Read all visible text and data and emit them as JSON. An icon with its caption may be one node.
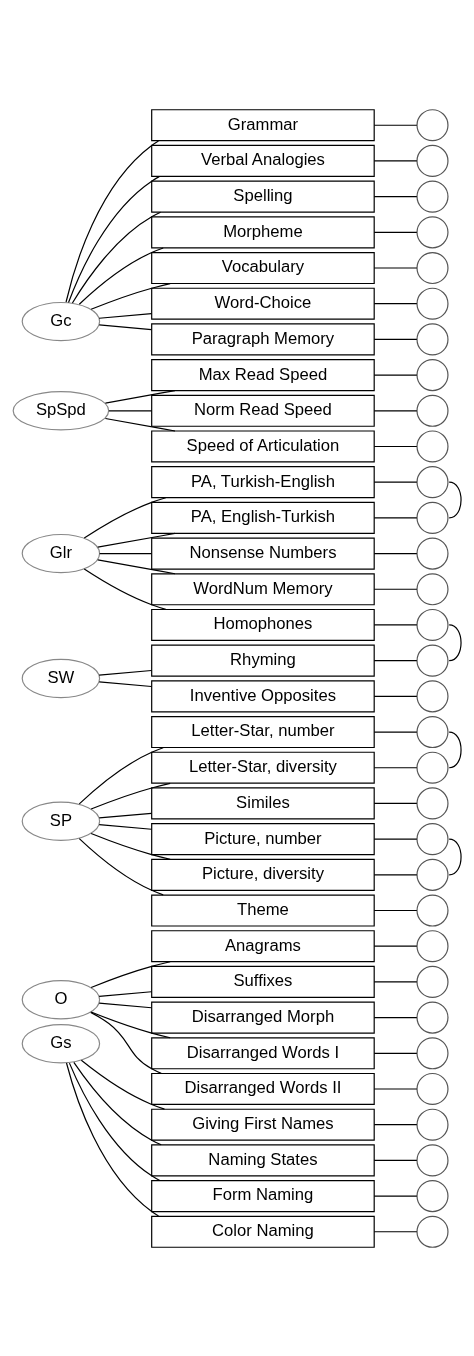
{
  "diagram": {
    "nodes": [
      {
        "text": [
          "Gc"
        ]
      },
      {
        "text": [
          "Grammar"
        ]
      },
      {
        "text": [],
        "shape": "circle"
      },
      {
        "text": [
          "Verbal Analogies"
        ]
      },
      {
        "text": [],
        "shape": "circle"
      },
      {
        "text": [
          "Spelling"
        ]
      },
      {
        "text": [],
        "shape": "circle"
      },
      {
        "text": [
          "Morpheme"
        ]
      },
      {
        "text": [],
        "shape": "circle"
      },
      {
        "text": [
          "Vocabulary"
        ]
      },
      {
        "text": [],
        "shape": "circle"
      },
      {
        "text": [
          "Word-Choice"
        ]
      },
      {
        "text": [],
        "shape": "circle"
      },
      {
        "text": [
          "Paragraph Memory"
        ]
      },
      {
        "text": [],
        "shape": "circle"
      },
      {
        "text": [
          "SpSpd"
        ]
      },
      {
        "text": [
          "Max Read Speed"
        ]
      },
      {
        "text": [],
        "shape": "circle"
      },
      {
        "text": [
          "Norm Read Speed"
        ]
      },
      {
        "text": [],
        "shape": "circle"
      },
      {
        "text": [
          "Speed of Articulation"
        ]
      },
      {
        "text": [],
        "shape": "circle"
      },
      {
        "text": [
          "Glr"
        ]
      },
      {
        "text": [
          "PA, Turkish-English"
        ]
      },
      {
        "text": [],
        "shape": "circle"
      },
      {
        "text": [
          "PA, English-Turkish"
        ]
      },
      {
        "text": [],
        "shape": "circle"
      },
      {
        "text": [
          "Nonsense Numbers"
        ]
      },
      {
        "text": [],
        "shape": "circle"
      },
      {
        "text": [
          "WordNum Memory"
        ]
      },
      {
        "text": [],
        "shape": "circle"
      },
      {
        "text": [
          "Homophones"
        ]
      },
      {
        "text": [],
        "shape": "circle"
      },
      {
        "text": [
          "SW"
        ]
      },
      {
        "text": [
          "Rhyming"
        ]
      },
      {
        "text": [],
        "shape": "circle"
      },
      {
        "text": [
          "Inventive Opposites"
        ]
      },
      {
        "text": [],
        "shape": "circle"
      },
      {
        "text": [
          "SP"
        ]
      },
      {
        "text": [
          "Letter-Star, number"
        ]
      },
      {
        "text": [],
        "shape": "circle"
      },
      {
        "text": [
          "Letter-Star, diversity"
        ]
      },
      {
        "text": [],
        "shape": "circle"
      },
      {
        "text": [
          "Similes"
        ]
      },
      {
        "text": [],
        "shape": "circle"
      },
      {
        "text": [
          "Picture, number"
        ]
      },
      {
        "text": [],
        "shape": "circle"
      },
      {
        "text": [
          "Picture, diversity"
        ]
      },
      {
        "text": [],
        "shape": "circle"
      },
      {
        "text": [
          "Theme"
        ]
      },
      {
        "text": [],
        "shape": "circle"
      },
      {
        "text": [
          "O"
        ]
      },
      {
        "text": [
          "Anagrams"
        ]
      },
      {
        "text": [],
        "shape": "circle"
      },
      {
        "text": [
          "Suffixes"
        ]
      },
      {
        "text": [],
        "shape": "circle"
      },
      {
        "text": [
          "Disarranged Morph"
        ]
      },
      {
        "text": [],
        "shape": "circle"
      },
      {
        "text": [
          "Disarranged Words I"
        ]
      },
      {
        "text": [],
        "shape": "circle"
      },
      {
        "text": [
          "Disarranged Words II"
        ]
      },
      {
        "text": [],
        "shape": "circle"
      },
      {
        "text": [
          "Gs"
        ]
      },
      {
        "text": [
          "Giving First Names"
        ]
      },
      {
        "text": [],
        "shape": "circle"
      },
      {
        "text": [
          "Naming States"
        ]
      },
      {
        "text": [],
        "shape": "circle"
      },
      {
        "text": [
          "Form Naming"
        ]
      },
      {
        "text": [],
        "shape": "circle"
      },
      {
        "text": [
          "Color Naming"
        ]
      },
      {
        "text": [],
        "shape": "circle"
      }
    ],
    "edges": [
      {
        "from": 0,
        "to": 1,
        "arrow": "none"
      },
      {
        "from": 1,
        "to": 2,
        "arrow": "none"
      },
      {
        "from": 0,
        "to": 3,
        "arrow": "none"
      },
      {
        "from": 3,
        "to": 4,
        "arrow": "none"
      },
      {
        "from": 0,
        "to": 5,
        "arrow": "none"
      },
      {
        "from": 5,
        "to": 6,
        "arrow": "none"
      },
      {
        "from": 0,
        "to": 7,
        "arrow": "none"
      },
      {
        "from": 7,
        "to": 8,
        "arrow": "none"
      },
      {
        "from": 0,
        "to": 9,
        "arrow": "none"
      },
      {
        "from": 9,
        "to": 10,
        "arrow": "none"
      },
      {
        "from": 0,
        "to": 11,
        "arrow": "none"
      },
      {
        "from": 11,
        "to": 12,
        "arrow": "none"
      },
      {
        "from": 0,
        "to": 13,
        "arrow": "none"
      },
      {
        "from": 13,
        "to": 14,
        "arrow": "none"
      },
      {
        "from": 15,
        "to": 16,
        "arrow": "none"
      },
      {
        "from": 16,
        "to": 17,
        "arrow": "none"
      },
      {
        "from": 15,
        "to": 18,
        "arrow": "none"
      },
      {
        "from": 18,
        "to": 19,
        "arrow": "none"
      },
      {
        "from": 15,
        "to": 20,
        "arrow": "none"
      },
      {
        "from": 20,
        "to": 21,
        "arrow": "none"
      },
      {
        "from": 22,
        "to": 23,
        "arrow": "none"
      },
      {
        "from": 23,
        "to": 24,
        "arrow": "none"
      },
      {
        "from": 22,
        "to": 25,
        "arrow": "none"
      },
      {
        "from": 25,
        "to": 26,
        "arrow": "none"
      },
      {
        "from": 22,
        "to": 27,
        "arrow": "none"
      },
      {
        "from": 27,
        "to": 28,
        "arrow": "none"
      },
      {
        "from": 22,
        "to": 29,
        "arrow": "none"
      },
      {
        "from": 29,
        "to": 30,
        "arrow": "none"
      },
      {
        "from": 22,
        "to": 31,
        "arrow": "none"
      },
      {
        "from": 31,
        "to": 32,
        "arrow": "none"
      },
      {
        "from": 33,
        "to": 34,
        "arrow": "none"
      },
      {
        "from": 34,
        "to": 35,
        "arrow": "none"
      },
      {
        "from": 33,
        "to": 36,
        "arrow": "none"
      },
      {
        "from": 36,
        "to": 37,
        "arrow": "none"
      },
      {
        "from": 38,
        "to": 39,
        "arrow": "none"
      },
      {
        "from": 39,
        "to": 40,
        "arrow": "none"
      },
      {
        "from": 38,
        "to": 41,
        "arrow": "none"
      },
      {
        "from": 41,
        "to": 42,
        "arrow": "none"
      },
      {
        "from": 38,
        "to": 43,
        "arrow": "none"
      },
      {
        "from": 43,
        "to": 44,
        "arrow": "none"
      },
      {
        "from": 38,
        "to": 45,
        "arrow": "none"
      },
      {
        "from": 45,
        "to": 46,
        "arrow": "none"
      },
      {
        "from": 38,
        "to": 47,
        "arrow": "none"
      },
      {
        "from": 47,
        "to": 48,
        "arrow": "none"
      },
      {
        "from": 38,
        "to": 49,
        "arrow": "none"
      },
      {
        "from": 49,
        "to": 50,
        "arrow": "none"
      },
      {
        "from": 51,
        "to": 52,
        "arrow": "none"
      },
      {
        "from": 52,
        "to": 53,
        "arrow": "none"
      },
      {
        "from": 51,
        "to": 54,
        "arrow": "none"
      },
      {
        "from": 54,
        "to": 55,
        "arrow": "none"
      },
      {
        "from": 51,
        "to": 56,
        "arrow": "none"
      },
      {
        "from": 56,
        "to": 57,
        "arrow": "none"
      },
      {
        "from": 51,
        "to": 58,
        "arrow": "none"
      },
      {
        "from": 58,
        "to": 59,
        "arrow": "none"
      },
      {
        "from": 51,
        "to": 60,
        "arrow": "none"
      },
      {
        "from": 60,
        "to": 61,
        "arrow": "none"
      },
      {
        "from": 62,
        "to": 63,
        "arrow": "none"
      },
      {
        "from": 63,
        "to": 64,
        "arrow": "none"
      },
      {
        "from": 62,
        "to": 65,
        "arrow": "none"
      },
      {
        "from": 65,
        "to": 66,
        "arrow": "none"
      },
      {
        "from": 62,
        "to": 67,
        "arrow": "none"
      },
      {
        "from": 67,
        "to": 68,
        "arrow": "none"
      },
      {
        "from": 62,
        "to": 69,
        "arrow": "none"
      },
      {
        "from": 69,
        "to": 70,
        "arrow": "none"
      },
      {
        "from": 24,
        "to": 26,
        "arrow": "none"
      },
      {
        "from": 32,
        "to": 35,
        "arrow": "none"
      },
      {
        "from": 40,
        "to": 42,
        "arrow": "none"
      },
      {
        "from": 46,
        "to": 48,
        "arrow": "none"
      }
    ]
  }
}
